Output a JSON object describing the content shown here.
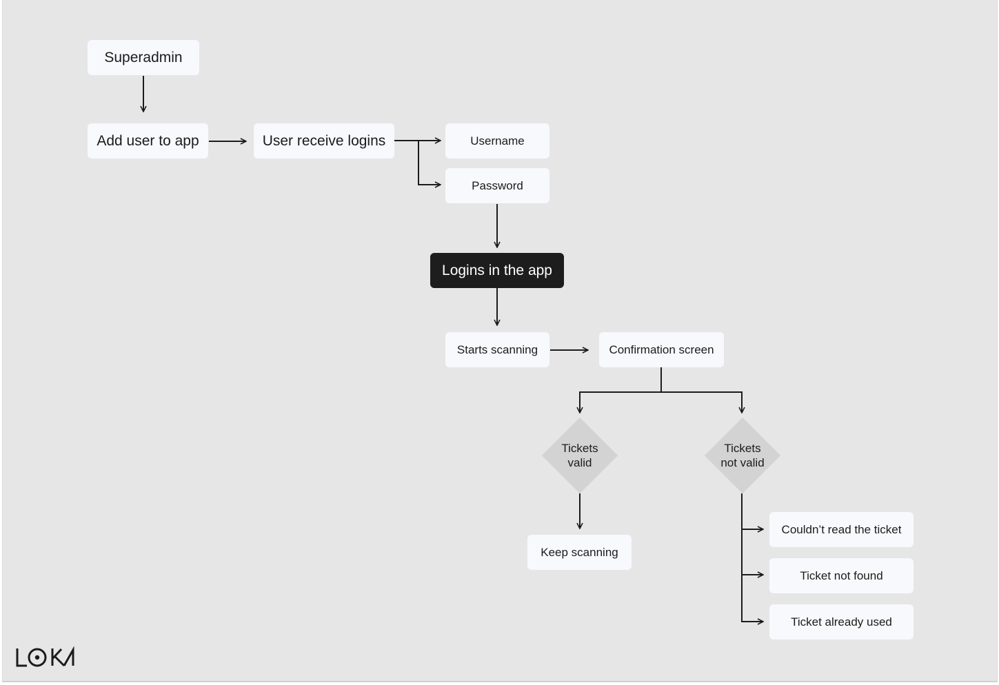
{
  "nodes": {
    "superadmin": "Superadmin",
    "add_user": "Add user to app",
    "user_receive_logins": "User receive logins",
    "username": "Username",
    "password": "Password",
    "logins_in_app": "Logins in the app",
    "starts_scanning": "Starts scanning",
    "confirmation_screen": "Confirmation screen",
    "tickets_valid": "Tickets\nvalid",
    "tickets_not_valid": "Tickets\nnot valid",
    "keep_scanning": "Keep scanning",
    "couldnt_read": "Couldn’t read the ticket",
    "ticket_not_found": "Ticket not found",
    "ticket_already_used": "Ticket already used"
  },
  "edges": [
    [
      "superadmin",
      "add_user"
    ],
    [
      "add_user",
      "user_receive_logins"
    ],
    [
      "user_receive_logins",
      "username"
    ],
    [
      "user_receive_logins",
      "password"
    ],
    [
      "password",
      "logins_in_app"
    ],
    [
      "logins_in_app",
      "starts_scanning"
    ],
    [
      "starts_scanning",
      "confirmation_screen"
    ],
    [
      "confirmation_screen",
      "tickets_valid"
    ],
    [
      "confirmation_screen",
      "tickets_not_valid"
    ],
    [
      "tickets_valid",
      "keep_scanning"
    ],
    [
      "tickets_not_valid",
      "couldnt_read"
    ],
    [
      "tickets_not_valid",
      "ticket_not_found"
    ],
    [
      "tickets_not_valid",
      "ticket_already_used"
    ]
  ],
  "logo": "LOKA",
  "colors": {
    "canvas": "#e6e6e6",
    "node": "#f7f9fc",
    "dark_node": "#1d1d1d",
    "decision": "#d3d3d3",
    "edge": "#1b1b1b"
  }
}
